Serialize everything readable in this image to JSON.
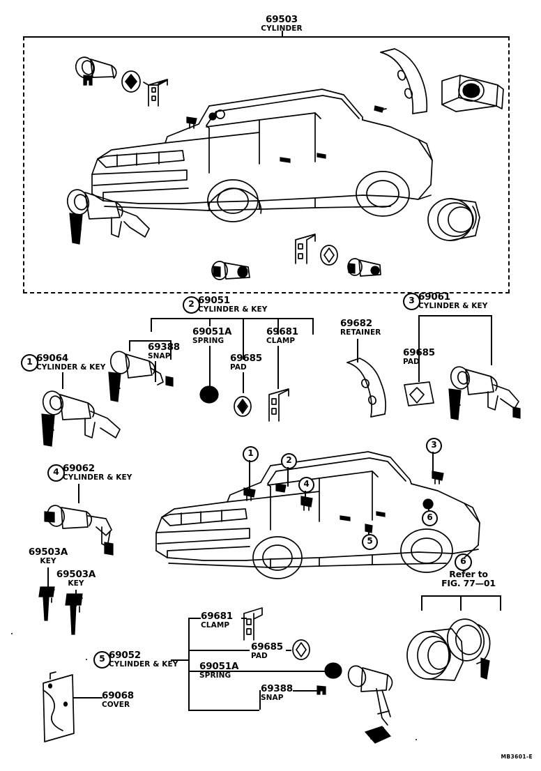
{
  "diagram": {
    "title_number": "69503",
    "title_desc": "CYLINDER",
    "sheet_code": "MB3601-E"
  },
  "labels": [
    {
      "id": "l1",
      "callout": "1",
      "number": "69064",
      "desc": "CYLINDER & KEY"
    },
    {
      "id": "l2",
      "callout": "",
      "number": "69388",
      "desc": "SNAP"
    },
    {
      "id": "l3",
      "callout": "2",
      "number": "69051",
      "desc": "CYLINDER & KEY"
    },
    {
      "id": "l4",
      "callout": "",
      "number": "69051A",
      "desc": "SPRING"
    },
    {
      "id": "l5",
      "callout": "",
      "number": "69685",
      "desc": "PAD"
    },
    {
      "id": "l6",
      "callout": "",
      "number": "69681",
      "desc": "CLAMP"
    },
    {
      "id": "l7",
      "callout": "",
      "number": "69682",
      "desc": "RETAINER"
    },
    {
      "id": "l8",
      "callout": "3",
      "number": "69061",
      "desc": "CYLINDER & KEY"
    },
    {
      "id": "l9",
      "callout": "",
      "number": "69685",
      "desc": "PAD"
    },
    {
      "id": "l10",
      "callout": "4",
      "number": "69062",
      "desc": "CYLINDER & KEY"
    },
    {
      "id": "l11",
      "callout": "",
      "number": "69503A",
      "desc": "KEY"
    },
    {
      "id": "l12",
      "callout": "",
      "number": "69503A",
      "desc": "KEY"
    },
    {
      "id": "l13",
      "callout": "5",
      "number": "69052",
      "desc": "CYLINDER & KEY"
    },
    {
      "id": "l14",
      "callout": "",
      "number": "69068",
      "desc": "COVER"
    },
    {
      "id": "l15",
      "callout": "",
      "number": "69681",
      "desc": "CLAMP"
    },
    {
      "id": "l16",
      "callout": "",
      "number": "69685",
      "desc": "PAD"
    },
    {
      "id": "l17",
      "callout": "",
      "number": "69051A",
      "desc": "SPRING"
    },
    {
      "id": "l18",
      "callout": "",
      "number": "69388",
      "desc": "SNAP"
    }
  ],
  "refer": {
    "callout": "6",
    "line1": "Refer to",
    "line2": "FIG. 77—01"
  },
  "car_callouts": [
    {
      "n": "1"
    },
    {
      "n": "2"
    },
    {
      "n": "3"
    },
    {
      "n": "4"
    },
    {
      "n": "5"
    },
    {
      "n": "6"
    }
  ]
}
